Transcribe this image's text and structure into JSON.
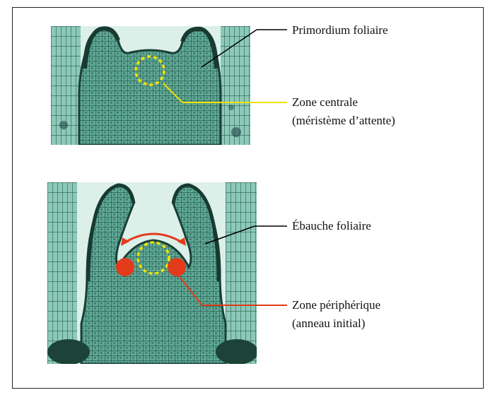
{
  "colors": {
    "tissue_dark": "#1f4f43",
    "tissue_mid": "#3a7f6c",
    "tissue_light": "#7fc0ae",
    "background_pale": "#dcefe9",
    "central_zone_marker": "#f3e000",
    "peripheral_zone_marker": "#e23b1c",
    "black_leader": "#000000",
    "yellow_leader": "#f0e000",
    "red_leader": "#e23b1c"
  },
  "top_figure": {
    "labels": {
      "primordium": "Primordium foliaire",
      "central_zone_line1": "Zone centrale",
      "central_zone_line2": "(méristème d’attente)"
    }
  },
  "bottom_figure": {
    "labels": {
      "leaf_sketch": "Ébauche foliaire",
      "peripheral_zone_line1": "Zone périphérique",
      "peripheral_zone_line2": "(anneau initial)"
    }
  }
}
